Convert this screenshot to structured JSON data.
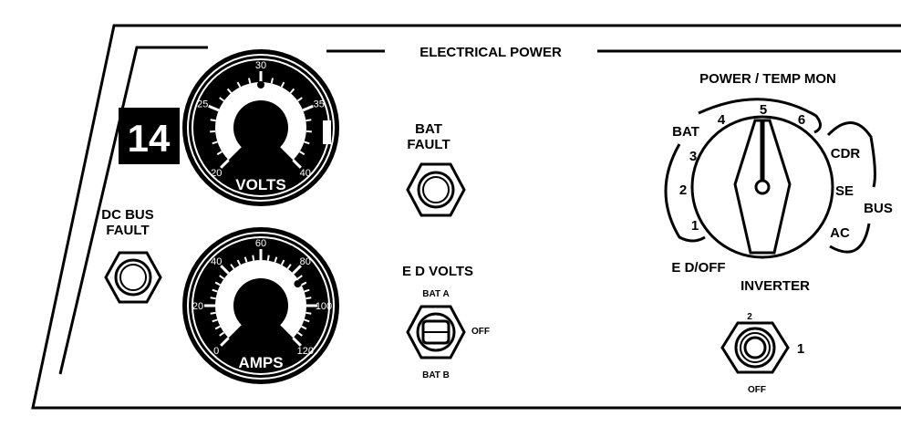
{
  "panel": {
    "title": "ELECTRICAL POWER",
    "number": "14"
  },
  "dc_bus_fault": {
    "line1": "DC BUS",
    "line2": "FAULT"
  },
  "bat_fault": {
    "line1": "BAT",
    "line2": "FAULT"
  },
  "volts_gauge": {
    "label": "VOLTS",
    "scale": [
      "20",
      "25",
      "30",
      "35",
      "40"
    ]
  },
  "amps_gauge": {
    "label": "AMPS",
    "scale": [
      "0",
      "20",
      "40",
      "60",
      "80",
      "100",
      "120"
    ]
  },
  "ed_volts": {
    "title": "E D VOLTS",
    "top": "BAT A",
    "right": "OFF",
    "bottom": "BAT B"
  },
  "power_temp_mon": {
    "title": "POWER / TEMP MON",
    "bat_group": "BAT",
    "bus_group": "BUS",
    "positions": [
      "E D/OFF",
      "1",
      "2",
      "3",
      "4",
      "5",
      "6",
      "CDR",
      "SE",
      "AC"
    ]
  },
  "inverter": {
    "title": "INVERTER",
    "top": "2",
    "right": "1",
    "bottom": "OFF"
  },
  "colors": {
    "ink": "#000000",
    "paper": "#ffffff"
  }
}
